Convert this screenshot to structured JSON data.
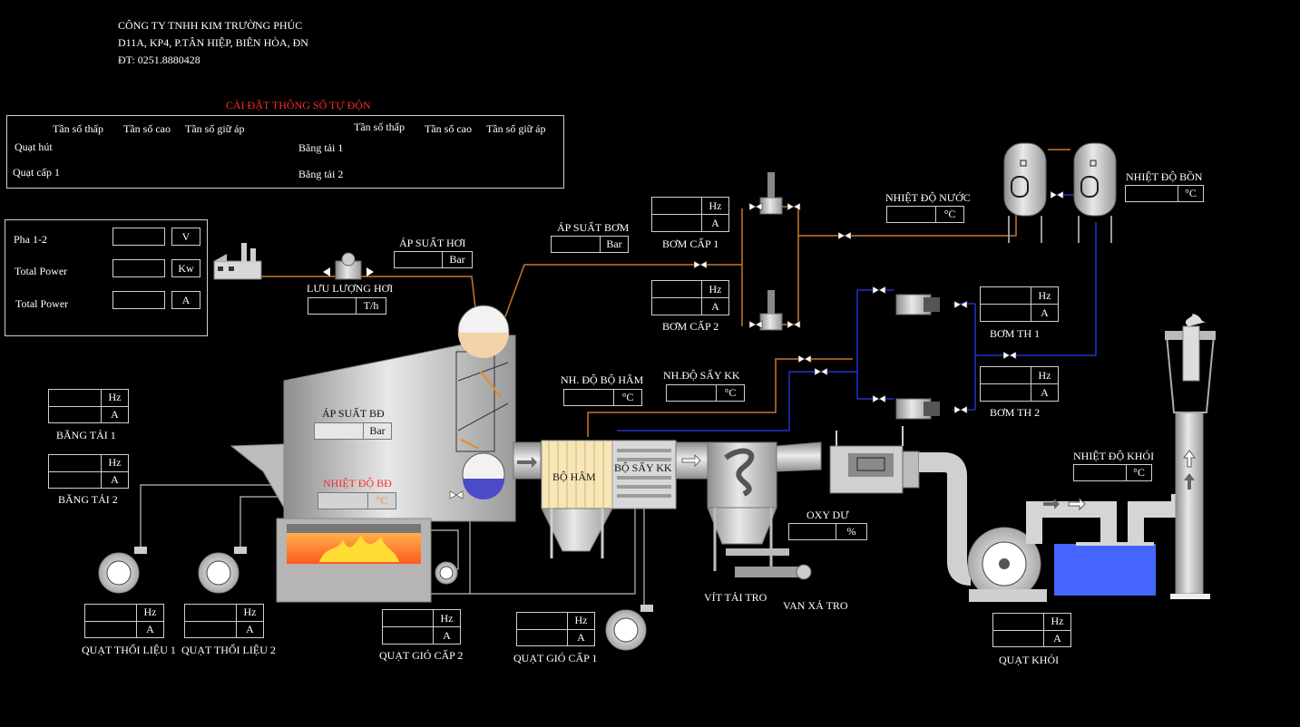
{
  "company": {
    "name": "CÔNG TY TNHH KIM TRƯỜNG PHÚC",
    "address": "D11A, KP4, P.TÂN HIỆP, BIÊN HÒA, ĐN",
    "phone": "ĐT: 0251.8880428"
  },
  "auto_settings": {
    "title": "CÀI ĐẶT THÔNG SỐ TỰ ĐỘN",
    "headers_left": [
      "Tần số thấp",
      "Tần số cao",
      "Tần số giữ áp"
    ],
    "headers_right": [
      "Tần số thấp",
      "Tần số cao",
      "Tần số giữ áp"
    ],
    "rows_left": [
      "Quạt hút",
      "Quạt cấp 1"
    ],
    "rows_right": [
      "Băng tải 1",
      "Băng tải 2"
    ]
  },
  "power": {
    "rows": [
      {
        "label": "Pha 1-2",
        "unit": "V"
      },
      {
        "label": "Total Power",
        "unit": "Kw"
      },
      {
        "label": "Total Power",
        "unit": "A"
      }
    ]
  },
  "units": {
    "hz": "Hz",
    "a": "A",
    "bar": "Bar",
    "th": "T/h",
    "c": "°C",
    "pct": "%"
  },
  "labels": {
    "ap_suat_hoi": "ÁP SUẤT HƠI",
    "luu_luong_hoi": "LƯU LƯỢNG HƠI",
    "ap_suat_bom": "ÁP SUẤT BƠM",
    "bom_cap_1": "BƠM CẤP 1",
    "bom_cap_2": "BƠM CẤP 2",
    "nhiet_do_nuoc": "NHIỆT ĐỘ NƯỚC",
    "nhiet_do_bon": "NHIỆT ĐỘ BỒN",
    "bom_th_1": "BƠM TH 1",
    "bom_th_2": "BƠM TH 2",
    "nh_do_bo_ham": "NH. ĐỘ BỘ HÂM",
    "nh_do_say_kk": "NH.ĐỘ SẤY KK",
    "ap_suat_bd": "ÁP SUẤT BĐ",
    "nhiet_do_bd": "NHIỆT ĐỘ BĐ",
    "bo_ham": "BỘ HÂM",
    "bo_say_kk": "BỘ SẤY KK",
    "bang_tai_1": "BĂNG TẢI 1",
    "bang_tai_2": "BĂNG TẢI 2",
    "quat_thoi_lieu_1": "QUẠT THỔI LIỆU 1",
    "quat_thoi_lieu_2": "QUẠT THỔI LIỆU 2",
    "quat_gio_cap_2": "QUẠT GIÓ CẤP 2",
    "quat_gio_cap_1": "QUẠT GIÓ CẤP 1",
    "oxy_du": "OXY DƯ",
    "vit_tai_tro": "VÍT TẢI TRO",
    "van_xa_tro": "VAN XẢ TRO",
    "nhiet_do_khoi": "NHIỆT ĐỘ KHÓI",
    "quat_khoi": "QUẠT KHÓI"
  }
}
